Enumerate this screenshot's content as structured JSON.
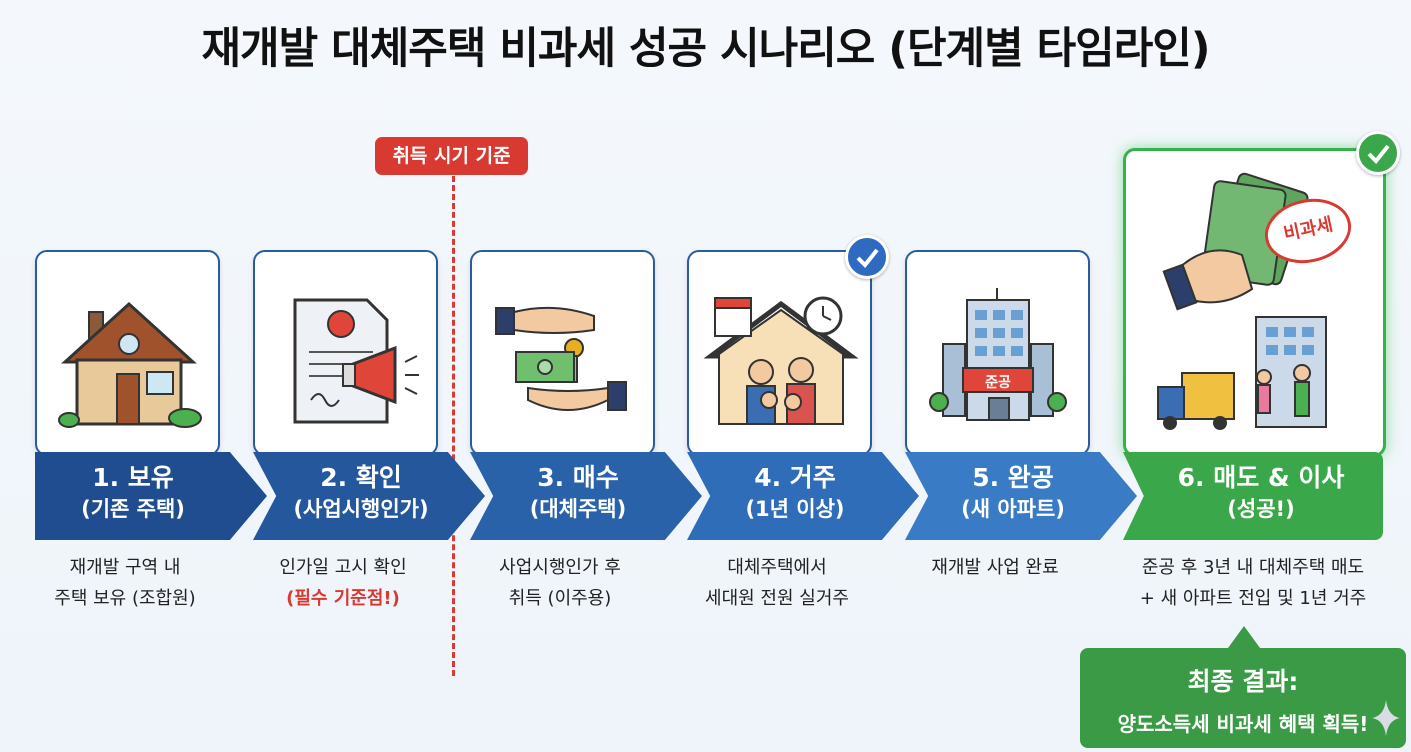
{
  "title": "재개발 대체주택 비과세 성공 시나리오 (단계별 타임라인)",
  "marker_label": "취득 시기 기준",
  "colors": {
    "blue": "#2a5aa0",
    "red": "#d83a32",
    "green": "#3a9a45"
  },
  "steps": [
    {
      "line1": "1. 보유",
      "line2": "(기존 주택)",
      "desc1": "재개발 구역 내",
      "desc2": "주택 보유 (조합원)",
      "icon": "house-icon"
    },
    {
      "line1": "2. 확인",
      "line2": "(사업시행인가)",
      "desc1": "인가일 고시 확인",
      "desc2": "(필수 기준점!)",
      "icon": "document-megaphone-icon"
    },
    {
      "line1": "3. 매수",
      "line2": "(대체주택)",
      "desc1": "사업시행인가 후",
      "desc2": "취득 (이주용)",
      "icon": "key-money-exchange-icon"
    },
    {
      "line1": "4. 거주",
      "line2": "(1년 이상)",
      "desc1": "대체주택에서",
      "desc2": "세대원 전원 실거주",
      "icon": "family-house-icon"
    },
    {
      "line1": "5. 완공",
      "line2": "(새 아파트)",
      "desc1": "재개발 사업 완료",
      "desc2": "",
      "icon": "apartment-building-icon",
      "sign": "준공"
    },
    {
      "line1": "6. 매도 & 이사",
      "line2": "(성공!)",
      "desc1": "준공 후 3년 내 대체주택 매도",
      "desc2": "+ 새 아파트 전입 및 1년 거주",
      "icon": "money-moving-icon",
      "stamp": "비과세"
    }
  ],
  "final": {
    "line1": "최종 결과:",
    "line2": "양도소득세 비과세 혜택 획득!"
  }
}
